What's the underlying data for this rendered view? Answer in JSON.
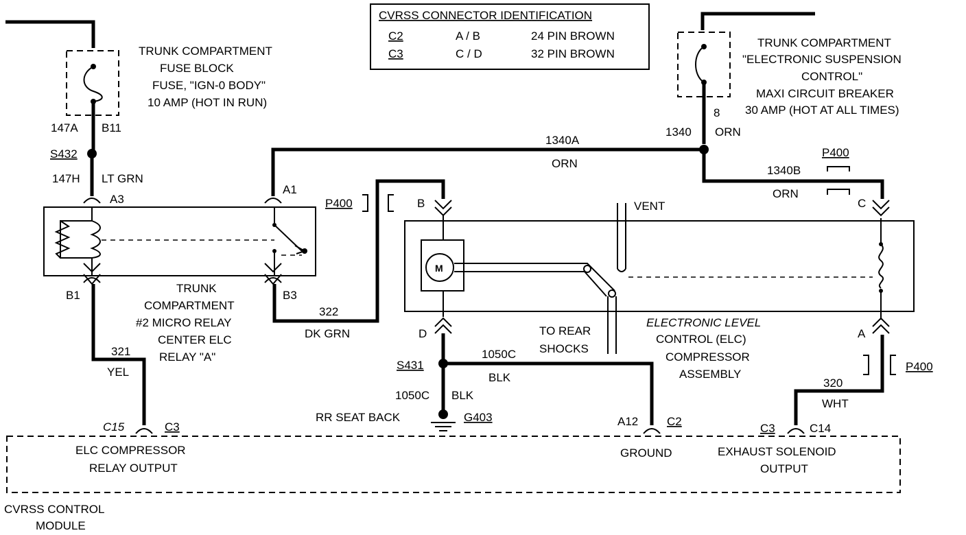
{
  "connector_table": {
    "title": "CVRSS CONNECTOR IDENTIFICATION",
    "rows": [
      {
        "id": "C2",
        "pair": "A / B",
        "desc": "24 PIN BROWN"
      },
      {
        "id": "C3",
        "pair": "C / D",
        "desc": "32 PIN BROWN"
      }
    ]
  },
  "fuse_block": {
    "lines": [
      "TRUNK COMPARTMENT",
      "FUSE BLOCK",
      "FUSE, \"IGN-0 BODY\"",
      "10 AMP (HOT IN RUN)"
    ],
    "circuit": "147A",
    "pin": "B11"
  },
  "circuit_breaker": {
    "lines": [
      "TRUNK COMPARTMENT",
      "\"ELECTRONIC SUSPENSION",
      "CONTROL\"",
      "MAXI CIRCUIT BREAKER",
      "30 AMP (HOT AT ALL TIMES)"
    ],
    "pin": "8"
  },
  "splices": {
    "s432": "S432",
    "s431": "S431",
    "g403": "G403"
  },
  "wires": {
    "w147h": {
      "circuit": "147H",
      "color": "LT GRN"
    },
    "w1340": {
      "circuit": "1340",
      "color": "ORN"
    },
    "w1340a": {
      "circuit": "1340A",
      "color": "ORN"
    },
    "w1340b": {
      "circuit": "1340B",
      "color": "ORN"
    },
    "w322": {
      "circuit": "322",
      "color": "DK GRN"
    },
    "w321": {
      "circuit": "321",
      "color": "YEL"
    },
    "w1050c_h": {
      "circuit": "1050C",
      "color": "BLK"
    },
    "w1050c_v": {
      "circuit": "1050C",
      "color": "BLK"
    },
    "w320": {
      "circuit": "320",
      "color": "WHT"
    }
  },
  "relay": {
    "lines": [
      "TRUNK",
      "COMPARTMENT",
      "#2 MICRO RELAY",
      "CENTER ELC",
      "RELAY \"A\""
    ],
    "pins": {
      "a3": "A3",
      "a1": "A1",
      "b1": "B1",
      "b3": "B3"
    }
  },
  "compressor": {
    "lines": [
      "ELECTRONIC LEVEL",
      "CONTROL (ELC)",
      "COMPRESSOR",
      "ASSEMBLY"
    ],
    "motor": "M",
    "vent": "VENT",
    "rear_shocks": [
      "TO REAR",
      "SHOCKS"
    ],
    "pins": {
      "b": "B",
      "d": "D",
      "c": "C",
      "a": "A"
    }
  },
  "p400": {
    "left": "P400",
    "top_right": "P400",
    "bottom_right": "P400"
  },
  "ground": {
    "label": "RR SEAT BACK"
  },
  "module": {
    "name_lines": [
      "CVRSS CONTROL",
      "MODULE"
    ],
    "pins": {
      "c15": "C15",
      "c3a": "C3",
      "a12": "A12",
      "c2": "C2",
      "c3b": "C3",
      "c14": "C14"
    },
    "outputs": {
      "relay_output": [
        "ELC COMPRESSOR",
        "RELAY OUTPUT"
      ],
      "ground": "GROUND",
      "exhaust": [
        "EXHAUST SOLENOID",
        "OUTPUT"
      ]
    }
  }
}
